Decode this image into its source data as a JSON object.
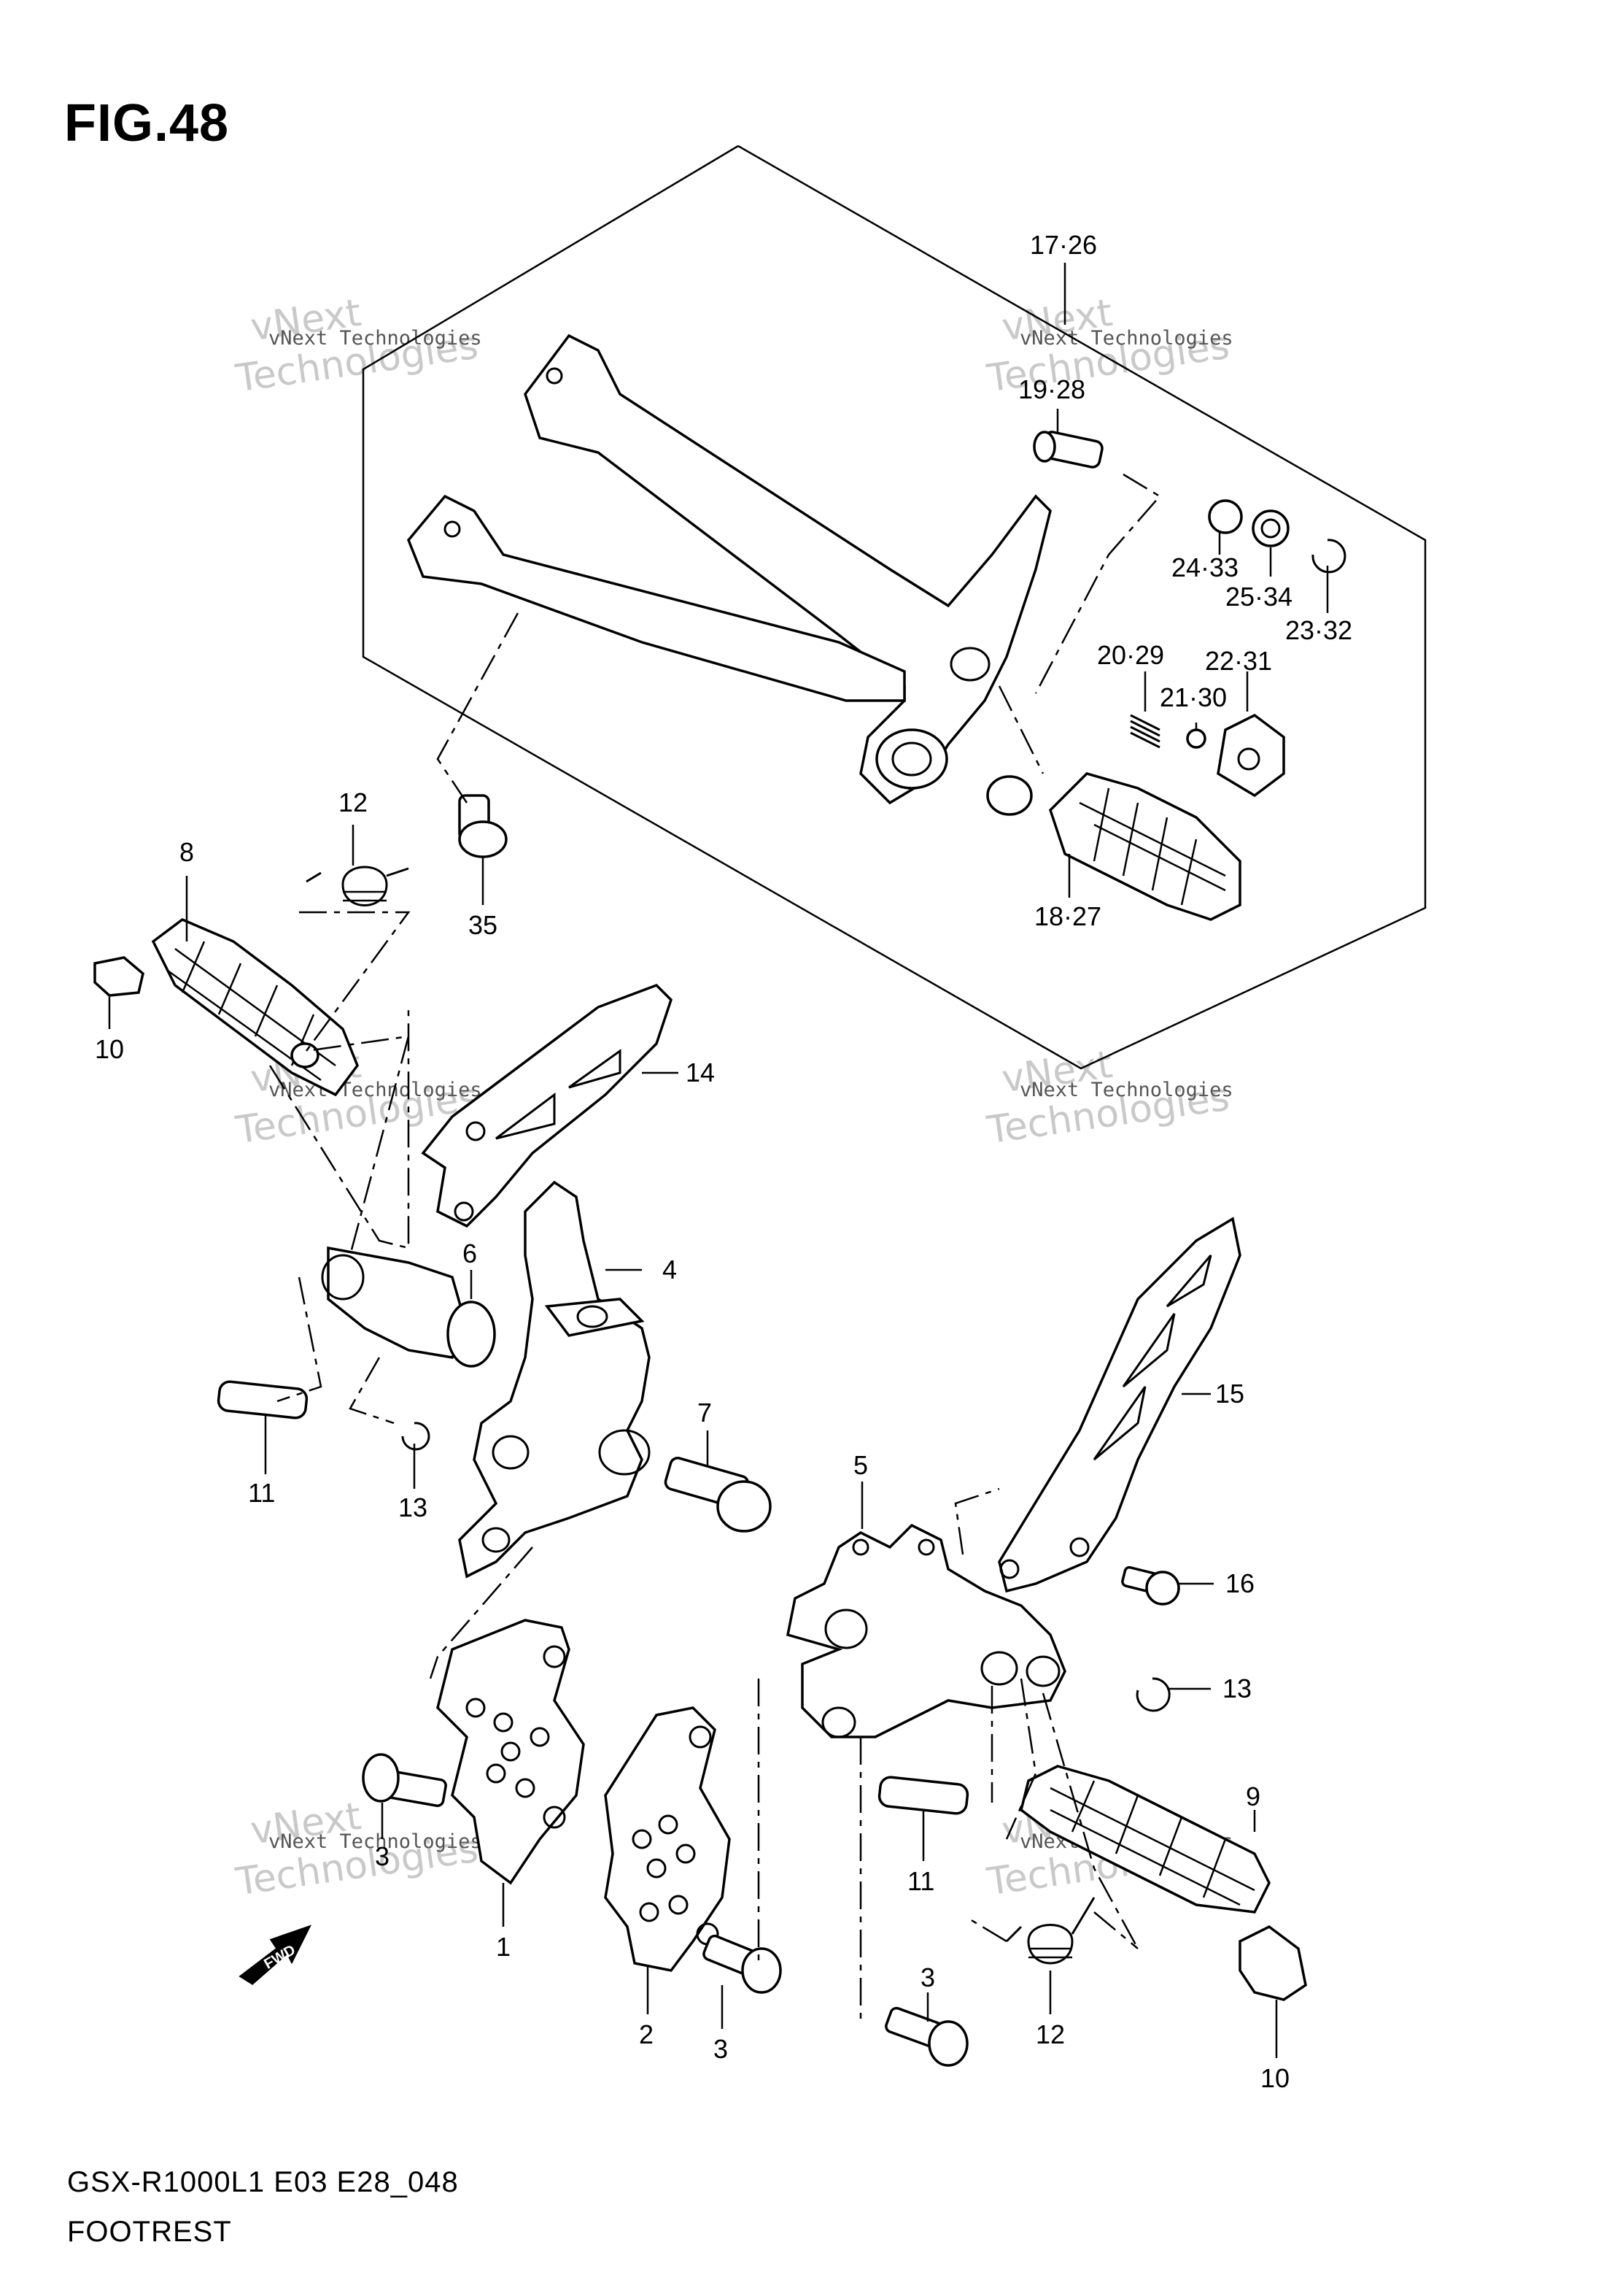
{
  "figure": {
    "title": "FIG.48",
    "model_code": "GSX-R1000L1 E03 E28_048",
    "name": "FOOTREST"
  },
  "watermark": {
    "company_line": "vNext Technologies",
    "brand_top": "vNext",
    "brand_bottom": "Technologies"
  },
  "fwd_label": "FWD",
  "callouts": [
    {
      "id": "c-17-26",
      "label": "17·26"
    },
    {
      "id": "c-19-28",
      "label": "19·28"
    },
    {
      "id": "c-24-33",
      "label": "24·33"
    },
    {
      "id": "c-25-34",
      "label": "25·34"
    },
    {
      "id": "c-23-32",
      "label": "23·32"
    },
    {
      "id": "c-20-29",
      "label": "20·29"
    },
    {
      "id": "c-22-31",
      "label": "22·31"
    },
    {
      "id": "c-21-30",
      "label": "21·30"
    },
    {
      "id": "c-18-27",
      "label": "18·27"
    },
    {
      "id": "c-35",
      "label": "35"
    },
    {
      "id": "c-12a",
      "label": "12"
    },
    {
      "id": "c-8",
      "label": "8"
    },
    {
      "id": "c-10a",
      "label": "10"
    },
    {
      "id": "c-14",
      "label": "14"
    },
    {
      "id": "c-6",
      "label": "6"
    },
    {
      "id": "c-4",
      "label": "4"
    },
    {
      "id": "c-7",
      "label": "7"
    },
    {
      "id": "c-11a",
      "label": "11"
    },
    {
      "id": "c-13a",
      "label": "13"
    },
    {
      "id": "c-15",
      "label": "15"
    },
    {
      "id": "c-5",
      "label": "5"
    },
    {
      "id": "c-16",
      "label": "16"
    },
    {
      "id": "c-13b",
      "label": "13"
    },
    {
      "id": "c-3a",
      "label": "3"
    },
    {
      "id": "c-1",
      "label": "1"
    },
    {
      "id": "c-2",
      "label": "2"
    },
    {
      "id": "c-3b",
      "label": "3"
    },
    {
      "id": "c-11b",
      "label": "11"
    },
    {
      "id": "c-9",
      "label": "9"
    },
    {
      "id": "c-3c",
      "label": "3"
    },
    {
      "id": "c-12b",
      "label": "12"
    },
    {
      "id": "c-10b",
      "label": "10"
    }
  ]
}
